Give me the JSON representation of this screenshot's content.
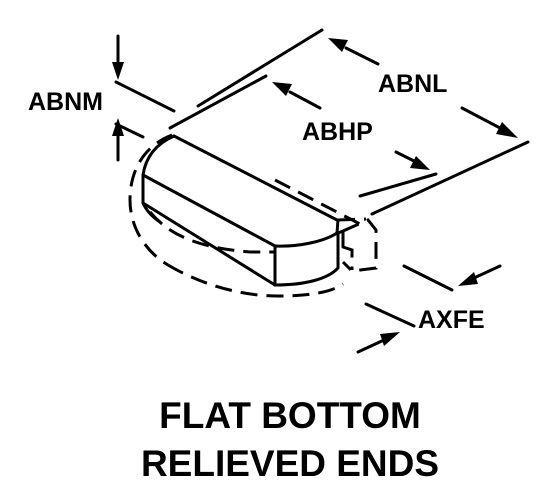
{
  "diagram": {
    "dimension_labels": {
      "abnm": "ABNM",
      "abhp": "ABHP",
      "abnl": "ABNL",
      "axfe": "AXFE"
    },
    "caption": {
      "line1": "FLAT BOTTOM",
      "line2": "RELIEVED ENDS"
    }
  }
}
